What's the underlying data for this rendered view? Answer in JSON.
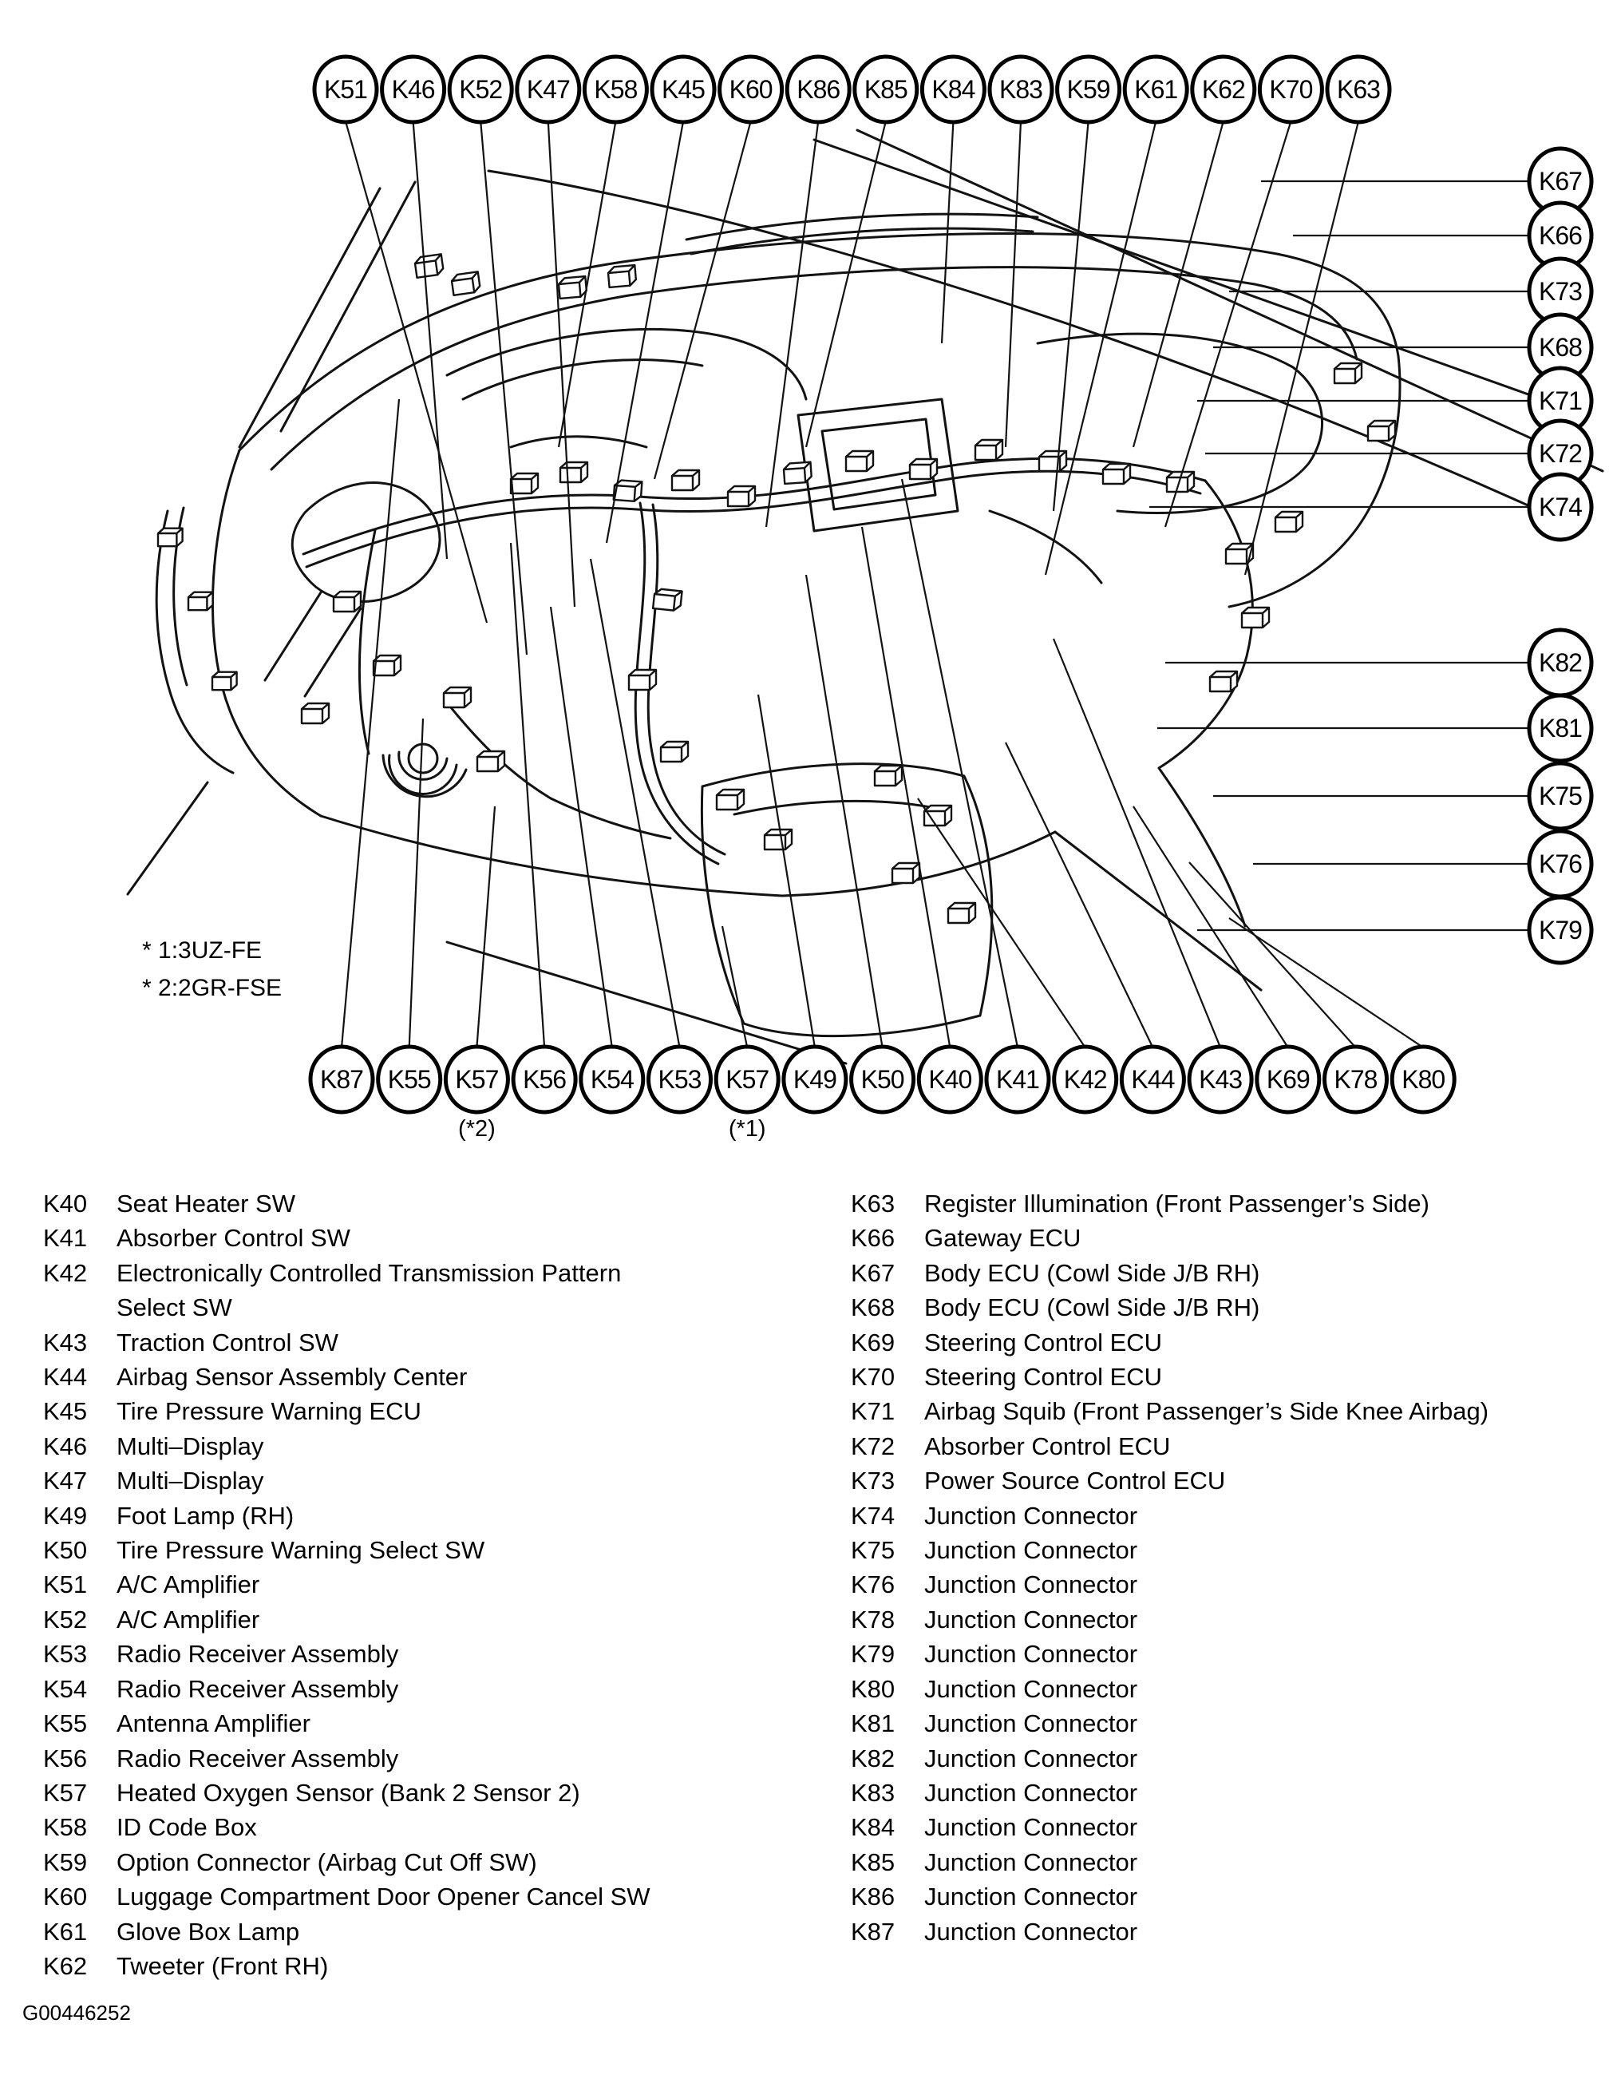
{
  "diagram": {
    "callouts": {
      "top": [
        {
          "label": "K51"
        },
        {
          "label": "K46"
        },
        {
          "label": "K52"
        },
        {
          "label": "K47"
        },
        {
          "label": "K58"
        },
        {
          "label": "K45"
        },
        {
          "label": "K60"
        },
        {
          "label": "K86"
        },
        {
          "label": "K85"
        },
        {
          "label": "K84"
        },
        {
          "label": "K83"
        },
        {
          "label": "K59"
        },
        {
          "label": "K61"
        },
        {
          "label": "K62"
        },
        {
          "label": "K70"
        },
        {
          "label": "K63"
        }
      ],
      "right": [
        {
          "label": "K67"
        },
        {
          "label": "K66"
        },
        {
          "label": "K73"
        },
        {
          "label": "K68"
        },
        {
          "label": "K71"
        },
        {
          "label": "K72"
        },
        {
          "label": "K74"
        },
        {
          "label": "K82"
        },
        {
          "label": "K81"
        },
        {
          "label": "K75"
        },
        {
          "label": "K76"
        },
        {
          "label": "K79"
        }
      ],
      "bottom": [
        {
          "label": "K87"
        },
        {
          "label": "K55"
        },
        {
          "label": "K57",
          "note": "(*2)"
        },
        {
          "label": "K56"
        },
        {
          "label": "K54"
        },
        {
          "label": "K53"
        },
        {
          "label": "K57",
          "note": "(*1)"
        },
        {
          "label": "K49"
        },
        {
          "label": "K50"
        },
        {
          "label": "K40"
        },
        {
          "label": "K41"
        },
        {
          "label": "K42"
        },
        {
          "label": "K44"
        },
        {
          "label": "K43"
        },
        {
          "label": "K69"
        },
        {
          "label": "K78"
        },
        {
          "label": "K80"
        }
      ]
    },
    "notes": [
      "* 1:3UZ-FE",
      "* 2:2GR-FSE"
    ]
  },
  "legend": {
    "left": [
      {
        "id": "K40",
        "desc": "Seat Heater SW"
      },
      {
        "id": "K41",
        "desc": "Absorber Control SW"
      },
      {
        "id": "K42",
        "desc": "Electronically Controlled Transmission Pattern\nSelect SW"
      },
      {
        "id": "K43",
        "desc": "Traction Control SW"
      },
      {
        "id": "K44",
        "desc": "Airbag Sensor Assembly Center"
      },
      {
        "id": "K45",
        "desc": "Tire Pressure Warning ECU"
      },
      {
        "id": "K46",
        "desc": "Multi–Display"
      },
      {
        "id": "K47",
        "desc": "Multi–Display"
      },
      {
        "id": "K49",
        "desc": "Foot Lamp (RH)"
      },
      {
        "id": "K50",
        "desc": "Tire Pressure Warning Select SW"
      },
      {
        "id": "K51",
        "desc": "A/C Amplifier"
      },
      {
        "id": "K52",
        "desc": "A/C Amplifier"
      },
      {
        "id": "K53",
        "desc": "Radio Receiver Assembly"
      },
      {
        "id": "K54",
        "desc": "Radio Receiver Assembly"
      },
      {
        "id": "K55",
        "desc": "Antenna Amplifier"
      },
      {
        "id": "K56",
        "desc": "Radio Receiver Assembly"
      },
      {
        "id": "K57",
        "desc": "Heated Oxygen Sensor (Bank 2 Sensor 2)"
      },
      {
        "id": "K58",
        "desc": "ID Code Box"
      },
      {
        "id": "K59",
        "desc": "Option Connector (Airbag Cut Off SW)"
      },
      {
        "id": "K60",
        "desc": "Luggage Compartment Door Opener Cancel SW"
      },
      {
        "id": "K61",
        "desc": "Glove Box Lamp"
      },
      {
        "id": "K62",
        "desc": "Tweeter (Front RH)"
      }
    ],
    "right": [
      {
        "id": "K63",
        "desc": "Register Illumination (Front Passenger’s Side)"
      },
      {
        "id": "K66",
        "desc": "Gateway ECU"
      },
      {
        "id": "K67",
        "desc": "Body ECU (Cowl Side J/B RH)"
      },
      {
        "id": "K68",
        "desc": "Body ECU (Cowl Side J/B RH)"
      },
      {
        "id": "K69",
        "desc": "Steering Control ECU"
      },
      {
        "id": "K70",
        "desc": "Steering Control ECU"
      },
      {
        "id": "K71",
        "desc": "Airbag Squib (Front Passenger’s Side Knee Airbag)"
      },
      {
        "id": "K72",
        "desc": "Absorber Control ECU"
      },
      {
        "id": "K73",
        "desc": "Power Source Control ECU"
      },
      {
        "id": "K74",
        "desc": "Junction Connector"
      },
      {
        "id": "K75",
        "desc": "Junction Connector"
      },
      {
        "id": "K76",
        "desc": "Junction Connector"
      },
      {
        "id": "K78",
        "desc": "Junction Connector"
      },
      {
        "id": "K79",
        "desc": "Junction Connector"
      },
      {
        "id": "K80",
        "desc": "Junction Connector"
      },
      {
        "id": "K81",
        "desc": "Junction Connector"
      },
      {
        "id": "K82",
        "desc": "Junction Connector"
      },
      {
        "id": "K83",
        "desc": "Junction Connector"
      },
      {
        "id": "K84",
        "desc": "Junction Connector"
      },
      {
        "id": "K85",
        "desc": "Junction Connector"
      },
      {
        "id": "K86",
        "desc": "Junction Connector"
      },
      {
        "id": "K87",
        "desc": "Junction Connector"
      }
    ]
  },
  "footer": {
    "code": "G00446252"
  }
}
